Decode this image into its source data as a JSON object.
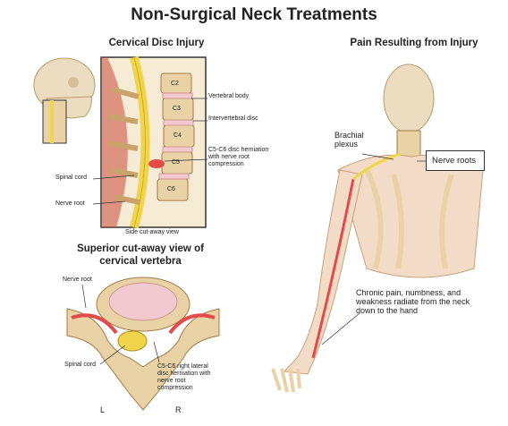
{
  "title": "Non-Surgical Neck Treatments",
  "panels": {
    "disc": {
      "heading": "Cervical Disc Injury",
      "vertebral_body": "Vertebral body",
      "intervertebral_disc": "Intervertebral disc",
      "herniation": "C5-C6 disc herniation with nerve root compression",
      "spinal_cord": "Spinal cord",
      "nerve_root": "Nerve root",
      "view": "Side cut-away view",
      "levels": [
        "C2",
        "C3",
        "C4",
        "C5",
        "C6"
      ]
    },
    "superior": {
      "heading_line1": "Superior cut-away view of",
      "heading_line2": "cervical vertebra",
      "nerve_root": "Nerve root",
      "spinal_cord": "Spinal cord",
      "herniation": "C5-C6 right lateral disc herniation with nerve root compression",
      "left": "L",
      "right": "R"
    },
    "pain": {
      "heading": "Pain Resulting from Injury",
      "brachial_plexus": "Brachial plexus",
      "nerve_roots": "Nerve roots",
      "radiate": "Chronic pain, numbness, and weakness radiate from the neck down to the hand"
    }
  },
  "colors": {
    "bone": "#e9d3a6",
    "bone_dark": "#c9a36a",
    "disc": "#f3c9d0",
    "cord": "#f0d54a",
    "nerve": "#e34a4a",
    "muscle": "#c94a3a"
  }
}
